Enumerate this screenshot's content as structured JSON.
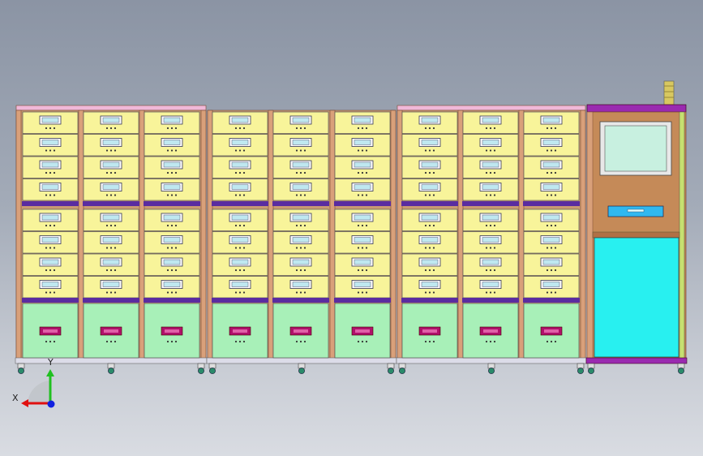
{
  "viewport": {
    "background_top": "#8b94a4",
    "background_bottom": "#d9dce2"
  },
  "assembly": {
    "storage_modules": 3,
    "columns_per_module": 3,
    "small_drawers_per_column": 8,
    "large_drawers_per_column": 1,
    "colors": {
      "frame_post": "#d9a07a",
      "frame_edge": "#7a4a33",
      "top_rail": "#f0b8d8",
      "bottom_rail": "#dcdce8",
      "small_drawer": "#f8f49a",
      "large_drawer": "#a8f0b8",
      "separator": "#5a2ca0",
      "drawer_handle": "#bfe8f0",
      "large_handle": "#b0106a",
      "control_body": "#c58a58",
      "control_top": "#9a2ab0",
      "screen": "#c8f0e0",
      "lower_panel": "#28f0f0",
      "card_slot": "#30b8f0",
      "beacon": "#d8c860",
      "caster": "#2a8a6a"
    }
  },
  "triad": {
    "x_label": "X",
    "y_label": "Y",
    "x_color": "#e01010",
    "y_color": "#20c020",
    "z_color": "#1020e0"
  }
}
